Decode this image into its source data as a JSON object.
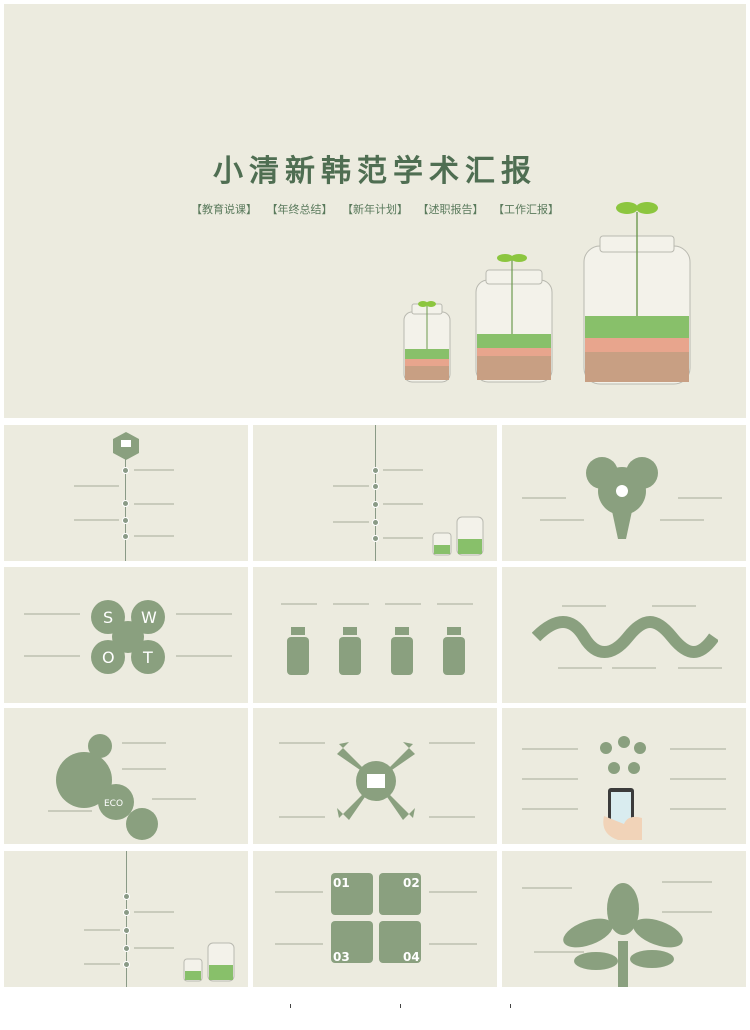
{
  "hero": {
    "title": "小清新韩范学术汇报",
    "tags": [
      "【教育说课】",
      "【年终总结】",
      "【新年计划】",
      "【述职报告】",
      "【工作汇报】"
    ]
  },
  "colors": {
    "background": "#ecebdf",
    "accent": "#8aa07f",
    "title": "#4f6e52"
  },
  "thumbnails": [
    {
      "name": "timeline-title-slide"
    },
    {
      "name": "timeline-jars-slide"
    },
    {
      "name": "lightbulb-slide"
    },
    {
      "name": "swot-slide",
      "letters": [
        "S",
        "W",
        "O",
        "T"
      ]
    },
    {
      "name": "four-jars-slide"
    },
    {
      "name": "wave-slide"
    },
    {
      "name": "eco-circles-slide",
      "eco": "ECO"
    },
    {
      "name": "arrows-slide"
    },
    {
      "name": "phone-slide"
    },
    {
      "name": "timeline-jars-slide-2"
    },
    {
      "name": "numbers-grid-slide",
      "numbers": [
        "01",
        "02",
        "03",
        "04"
      ]
    },
    {
      "name": "tree-slide"
    }
  ]
}
